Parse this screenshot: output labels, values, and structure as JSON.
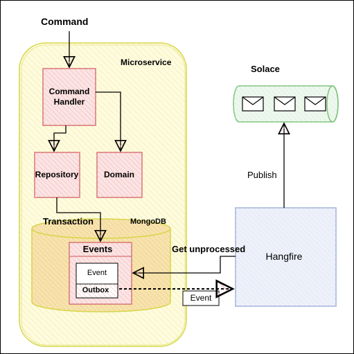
{
  "labels": {
    "command": "Command",
    "microservice": "Microservice",
    "command_handler_line1": "Command",
    "command_handler_line2": "Handler",
    "repository": "Repository",
    "domain": "Domain",
    "transaction": "Transaction",
    "mongodb": "MongoDB",
    "events": "Events",
    "event_inner": "Event",
    "outbox": "Outbox",
    "get_unprocessed": "Get unprocessed",
    "hangfire": "Hangfire",
    "event_message": "Event",
    "publish": "Publish",
    "solace": "Solace"
  },
  "colors": {
    "microservice_fill": "#fffbe0",
    "microservice_stroke": "#d6d64a",
    "red_stroke": "#d77272",
    "red_fill": "#fbe4e4",
    "mongodb_stroke": "#d6d64a",
    "mongodb_fill": "#f7e3b0",
    "hangfire_stroke": "#9fb0da",
    "hangfire_fill": "#eef1fa",
    "solace_stroke": "#7cc37c",
    "solace_fill": "#eef8ee"
  },
  "icons": [
    "envelope-icon",
    "envelope-icon",
    "envelope-icon"
  ]
}
